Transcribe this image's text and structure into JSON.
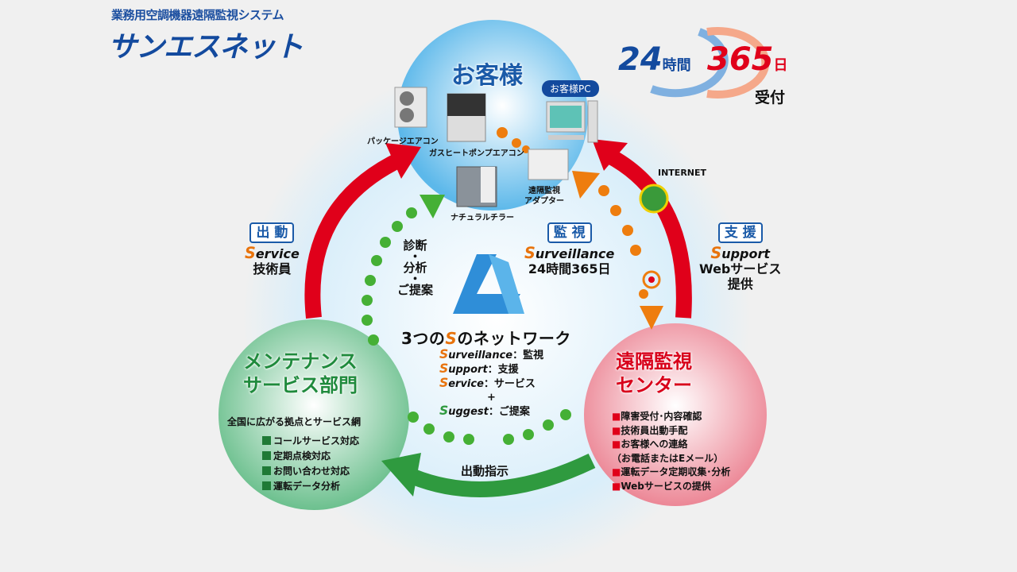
{
  "header": {
    "subtitle": "業務用空調機器遠隔監視システム",
    "logo": "サンエスネット"
  },
  "badge24": {
    "hours": "24",
    "hours_unit": "時間",
    "days": "365",
    "days_unit": "日",
    "reception": "受付"
  },
  "customer": {
    "title": "お客様",
    "pc_label": "お客様PC",
    "devices": [
      "パッケージエアコン",
      "ガスヒートポンプエアコン",
      "ナチュラルチラー"
    ],
    "adapter": [
      "遠隔監視",
      "アダプター"
    ],
    "internet": "INTERNET"
  },
  "labels": {
    "dispatch": {
      "box": "出 動",
      "en_s": "S",
      "en_rest": "ervice",
      "jp": "技術員"
    },
    "monitor": {
      "box": "監 視",
      "en_s": "S",
      "en_rest": "urveillance",
      "jp": "24時間365日"
    },
    "support": {
      "box": "支 援",
      "en_s": "S",
      "en_rest": "upport",
      "jp1": "Webサービス",
      "jp2": "提供"
    },
    "diagnosis": [
      "診断",
      "・",
      "分析",
      "・",
      "ご提案"
    ],
    "instruction": "出動指示"
  },
  "network": {
    "title_pre": "3つの",
    "title_s": "S",
    "title_post": "のネットワーク",
    "items": [
      {
        "s": "S",
        "rest": "urveillance",
        "jp": "：監視"
      },
      {
        "s": "S",
        "rest": "upport",
        "jp": "：支援"
      },
      {
        "s": "S",
        "rest": "ervice",
        "jp": "：サービス"
      }
    ],
    "plus": "+",
    "suggest": {
      "s": "S",
      "rest": "uggest",
      "jp": "：ご提案"
    }
  },
  "maintenance": {
    "title1": "メンテナンス",
    "title2": "サービス部門",
    "subtitle": "全国に広がる拠点とサービス網",
    "items": [
      "コールサービス対応",
      "定期点検対応",
      "お問い合わせ対応",
      "運転データ分析"
    ]
  },
  "center": {
    "title1": "遠隔監視",
    "title2": "センター",
    "items": [
      "■障害受付･内容確認",
      "■技術員出動手配",
      "■お客様への連絡",
      "（お電話またはEメール）",
      "■運転データ定期収集･分析",
      "■Webサービスの提供"
    ]
  },
  "colors": {
    "blue": "#134a9e",
    "red": "#e0001a",
    "green": "#2f9a3f",
    "orange": "#ee7d0e"
  }
}
